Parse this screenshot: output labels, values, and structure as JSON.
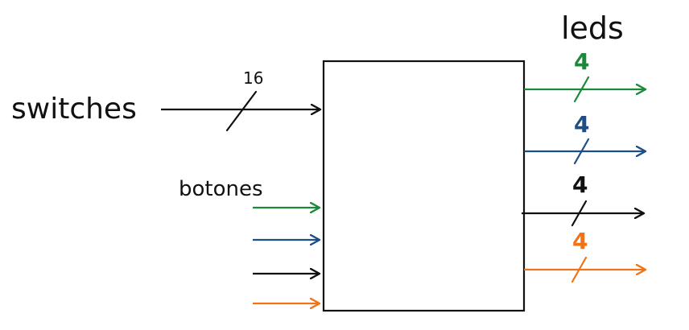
{
  "labels": {
    "inputs_title": "switches",
    "inputs_width": "16",
    "buttons_title": "botones",
    "outputs_title": "leds"
  },
  "outputs": [
    {
      "width": "4",
      "color": "#1a8a3a"
    },
    {
      "width": "4",
      "color": "#1f4e86"
    },
    {
      "width": "4",
      "color": "#111111"
    },
    {
      "width": "4",
      "color": "#f07318"
    }
  ],
  "button_arrows": [
    {
      "color": "#1a8a3a"
    },
    {
      "color": "#1f4e86"
    },
    {
      "color": "#111111"
    },
    {
      "color": "#f07318"
    }
  ],
  "colors": {
    "ink": "#111111",
    "background": "#ffffff"
  }
}
